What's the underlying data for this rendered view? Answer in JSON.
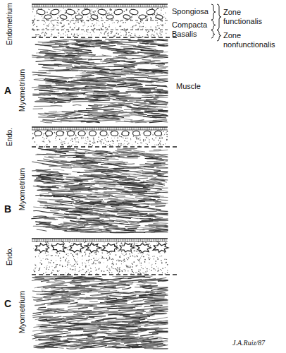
{
  "diagram": {
    "labels": [
      "Endometrium",
      "Spongiosa",
      "Compacta",
      "Basalis",
      "Zone functionalis",
      "Zone nonfunctionalis",
      "A",
      "Myometrium",
      "Muscle",
      "Endo.",
      "B",
      "Myometrium",
      "Endo.",
      "C",
      "Myometrium",
      "J.A.Ruiz/87"
    ]
  }
}
